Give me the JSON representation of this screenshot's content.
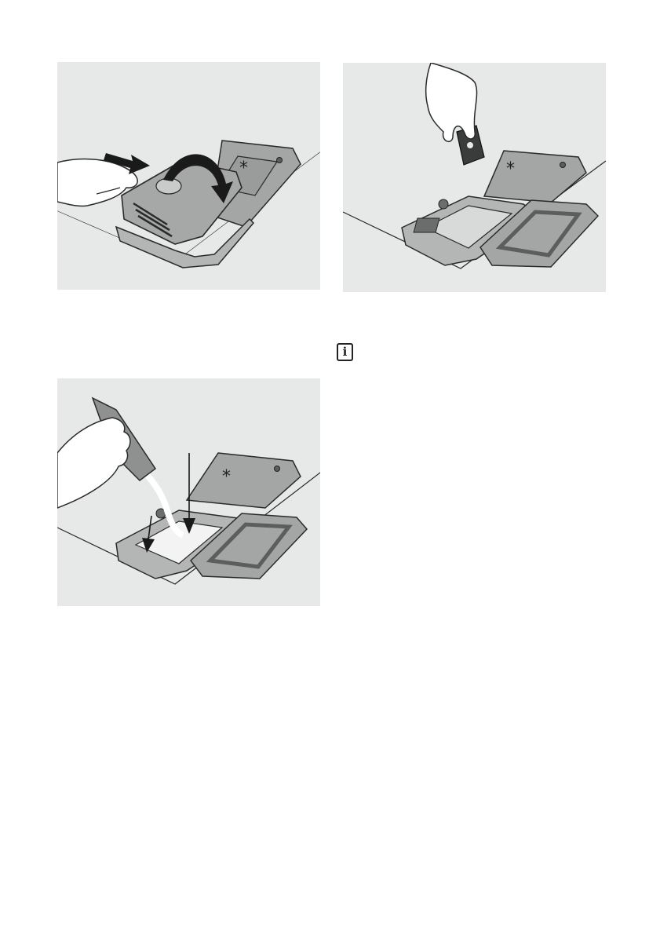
{
  "figures": [
    {
      "id": "close-lid",
      "icon": "dispenser-lid-closing-illustration"
    },
    {
      "id": "insert-tablet",
      "icon": "dishwasher-tablet-insertion-illustration"
    },
    {
      "id": "pour-powder",
      "icon": "detergent-powder-pouring-illustration"
    }
  ],
  "info_icon": {
    "name": "info-icon",
    "glyph": "i"
  },
  "colors": {
    "panel_bg": "#e7e8e8",
    "line": "#2a2a2a",
    "unit_fill": "#9fa0a0",
    "dark_fill": "#6b6c6c",
    "skin": "#ffffff"
  }
}
